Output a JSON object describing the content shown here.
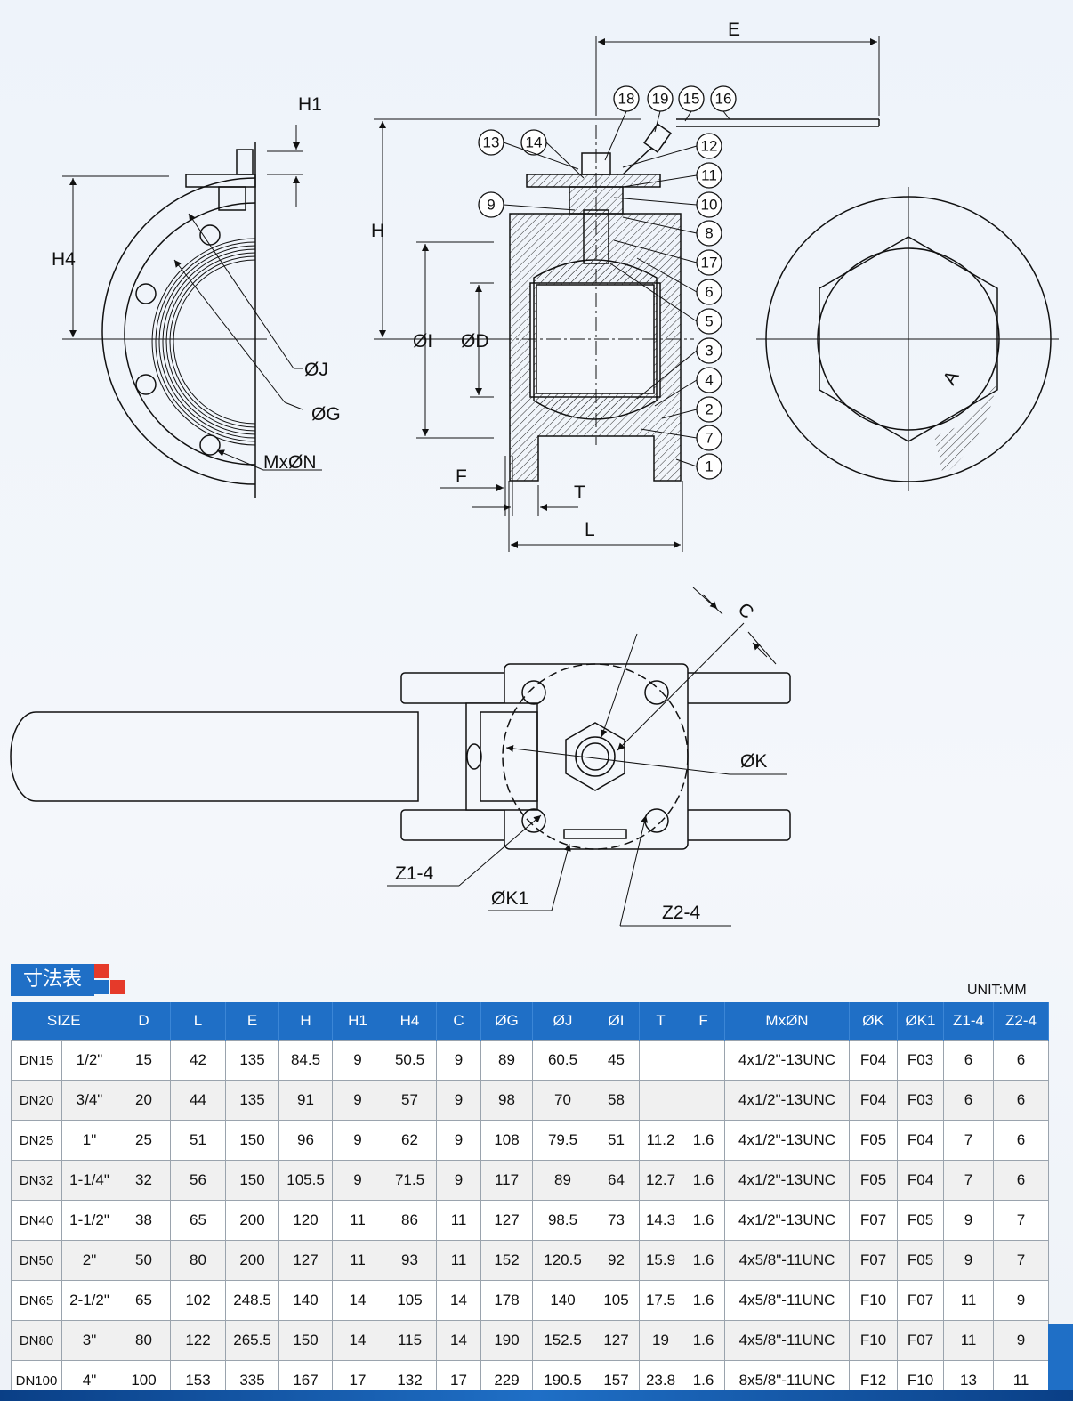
{
  "labels": {
    "E": "E",
    "H1": "H1",
    "H4": "H4",
    "H": "H",
    "OI": "ØI",
    "OD": "ØD",
    "OJ": "ØJ",
    "OG": "ØG",
    "MxON": "MxØN",
    "F": "F",
    "T": "T",
    "L": "L",
    "A": "A",
    "C": "C",
    "OK": "ØK",
    "Z14": "Z1-4",
    "OK1": "ØK1",
    "Z24": "Z2-4"
  },
  "part_numbers": [
    "1",
    "2",
    "3",
    "4",
    "5",
    "6",
    "7",
    "8",
    "9",
    "10",
    "11",
    "12",
    "13",
    "14",
    "15",
    "16",
    "17",
    "18",
    "19"
  ],
  "table_title": "寸法表",
  "unit": "UNIT:MM",
  "columns": [
    "SIZE",
    "D",
    "L",
    "E",
    "H",
    "H1",
    "H4",
    "C",
    "ØG",
    "ØJ",
    "ØI",
    "T",
    "F",
    "MxØN",
    "ØK",
    "ØK1",
    "Z1-4",
    "Z2-4"
  ],
  "rows": [
    [
      "DN15",
      "1/2\"",
      "15",
      "42",
      "135",
      "84.5",
      "9",
      "50.5",
      "9",
      "89",
      "60.5",
      "45",
      "",
      "",
      "4x1/2\"-13UNC",
      "F04",
      "F03",
      "6",
      "6"
    ],
    [
      "DN20",
      "3/4\"",
      "20",
      "44",
      "135",
      "91",
      "9",
      "57",
      "9",
      "98",
      "70",
      "58",
      "",
      "",
      "4x1/2\"-13UNC",
      "F04",
      "F03",
      "6",
      "6"
    ],
    [
      "DN25",
      "1\"",
      "25",
      "51",
      "150",
      "96",
      "9",
      "62",
      "9",
      "108",
      "79.5",
      "51",
      "11.2",
      "1.6",
      "4x1/2\"-13UNC",
      "F05",
      "F04",
      "7",
      "6"
    ],
    [
      "DN32",
      "1-1/4\"",
      "32",
      "56",
      "150",
      "105.5",
      "9",
      "71.5",
      "9",
      "117",
      "89",
      "64",
      "12.7",
      "1.6",
      "4x1/2\"-13UNC",
      "F05",
      "F04",
      "7",
      "6"
    ],
    [
      "DN40",
      "1-1/2\"",
      "38",
      "65",
      "200",
      "120",
      "11",
      "86",
      "11",
      "127",
      "98.5",
      "73",
      "14.3",
      "1.6",
      "4x1/2\"-13UNC",
      "F07",
      "F05",
      "9",
      "7"
    ],
    [
      "DN50",
      "2\"",
      "50",
      "80",
      "200",
      "127",
      "11",
      "93",
      "11",
      "152",
      "120.5",
      "92",
      "15.9",
      "1.6",
      "4x5/8\"-11UNC",
      "F07",
      "F05",
      "9",
      "7"
    ],
    [
      "DN65",
      "2-1/2\"",
      "65",
      "102",
      "248.5",
      "140",
      "14",
      "105",
      "14",
      "178",
      "140",
      "105",
      "17.5",
      "1.6",
      "4x5/8\"-11UNC",
      "F10",
      "F07",
      "11",
      "9"
    ],
    [
      "DN80",
      "3\"",
      "80",
      "122",
      "265.5",
      "150",
      "14",
      "115",
      "14",
      "190",
      "152.5",
      "127",
      "19",
      "1.6",
      "4x5/8\"-11UNC",
      "F10",
      "F07",
      "11",
      "9"
    ],
    [
      "DN100",
      "4\"",
      "100",
      "153",
      "335",
      "167",
      "17",
      "132",
      "17",
      "229",
      "190.5",
      "157",
      "23.8",
      "1.6",
      "8x5/8\"-11UNC",
      "F12",
      "F10",
      "13",
      "11"
    ]
  ]
}
